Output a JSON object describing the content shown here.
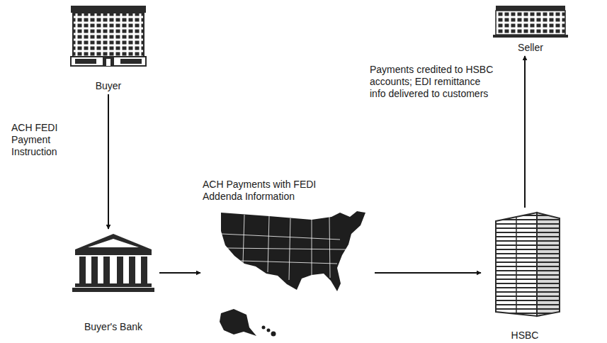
{
  "diagram": {
    "nodes": [
      {
        "text": [
          "Buyer"
        ]
      },
      {
        "text": [
          "Buyer's Bank"
        ]
      },
      {
        "text": [
          "ACH Payments with FEDI Addenda Information"
        ]
      },
      {
        "text": [
          "HSBC"
        ]
      },
      {
        "text": [
          "Seller"
        ]
      }
    ],
    "edges": [
      {
        "from": 0,
        "to": 1,
        "arrow": "to",
        "label": "ACH FEDI Payment Instruction"
      },
      {
        "from": 1,
        "to": 2,
        "arrow": "to"
      },
      {
        "from": 2,
        "to": 3,
        "arrow": "to"
      },
      {
        "from": 3,
        "to": 4,
        "arrow": "to",
        "label": "Payments credited to HSBC accounts; EDI remittance info delivered to customers"
      }
    ]
  }
}
